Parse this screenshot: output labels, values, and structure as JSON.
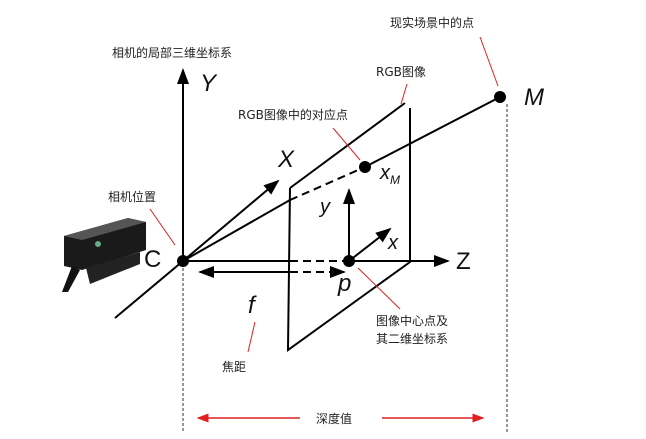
{
  "labels": {
    "camera_coord_system": "相机的局部三维坐标系",
    "real_point": "现实场景中的点",
    "rgb_image": "RGB图像",
    "corresponding_point": "RGB图像中的对应点",
    "camera_position": "相机位置",
    "image_center_line1": "图像中心点及",
    "image_center_line2": "其二维坐标系",
    "focal_length": "焦距",
    "depth_value": "深度值"
  },
  "symbols": {
    "Y": "Y",
    "X": "X",
    "Z": "Z",
    "C": "C",
    "M": "M",
    "xM": "x",
    "xM_sub": "M",
    "y": "y",
    "x": "x",
    "p": "p",
    "f": "f"
  },
  "colors": {
    "pointer": "#e02020",
    "line": "#000000"
  }
}
